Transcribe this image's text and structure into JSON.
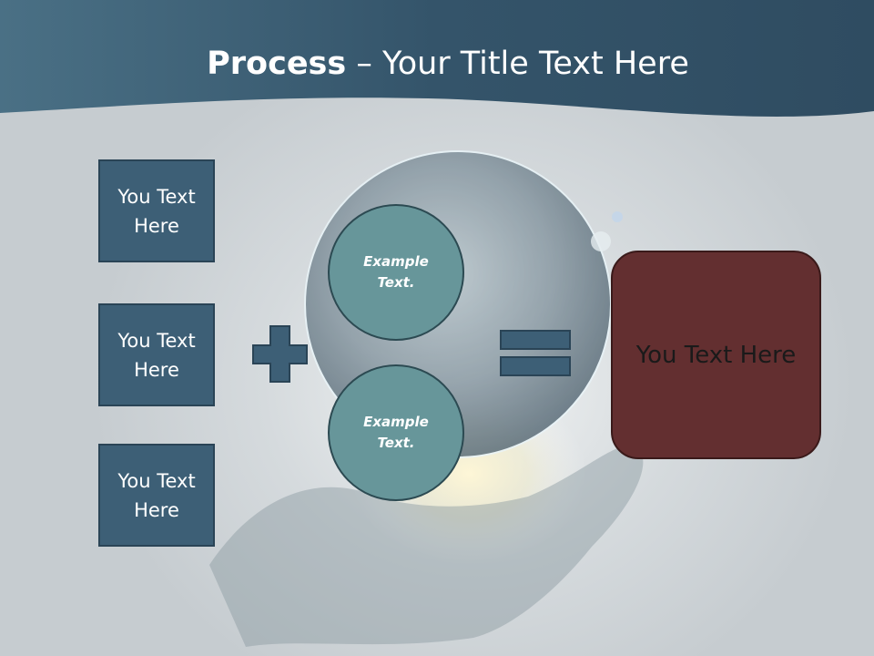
{
  "title": {
    "bold": "Process",
    "rest": " – Your Title Text Here"
  },
  "left_boxes": [
    "You Text\nHere",
    "You Text\nHere",
    "You Text\nHere"
  ],
  "circles": [
    "Example\nText.",
    "Example\nText."
  ],
  "result_box": "You Text Here",
  "colors": {
    "header": "#3b5b71",
    "box": "#3d5f76",
    "circle": "#67969a",
    "result": "#632f30",
    "operator": "#3d5f76"
  }
}
